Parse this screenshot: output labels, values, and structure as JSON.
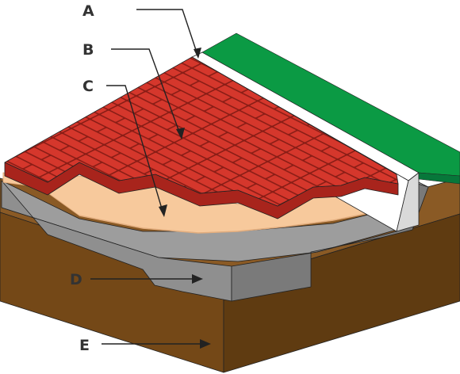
{
  "labels": {
    "a": "A",
    "b": "B",
    "c": "C",
    "d": "D",
    "e": "E"
  },
  "colors": {
    "soil_top": "#8a5a25",
    "soil_front": "#744817",
    "soil_side": "#5f3b11",
    "gravel_top": "#9d9d9d",
    "gravel_front": "#8f8f8f",
    "gravel_side": "#7a7a7a",
    "sand": "#f7c99c",
    "sand_edge": "#e2ad7e",
    "paver_top": "#d5372c",
    "paver_side": "#a8241c",
    "paver_grout": "#8a1d16",
    "edging": "#ffffff",
    "edging_shadow": "#d9d9d9",
    "grass": "#0b9a44",
    "grass_side": "#07773a",
    "outline": "#222222",
    "label_text": "#333333"
  }
}
